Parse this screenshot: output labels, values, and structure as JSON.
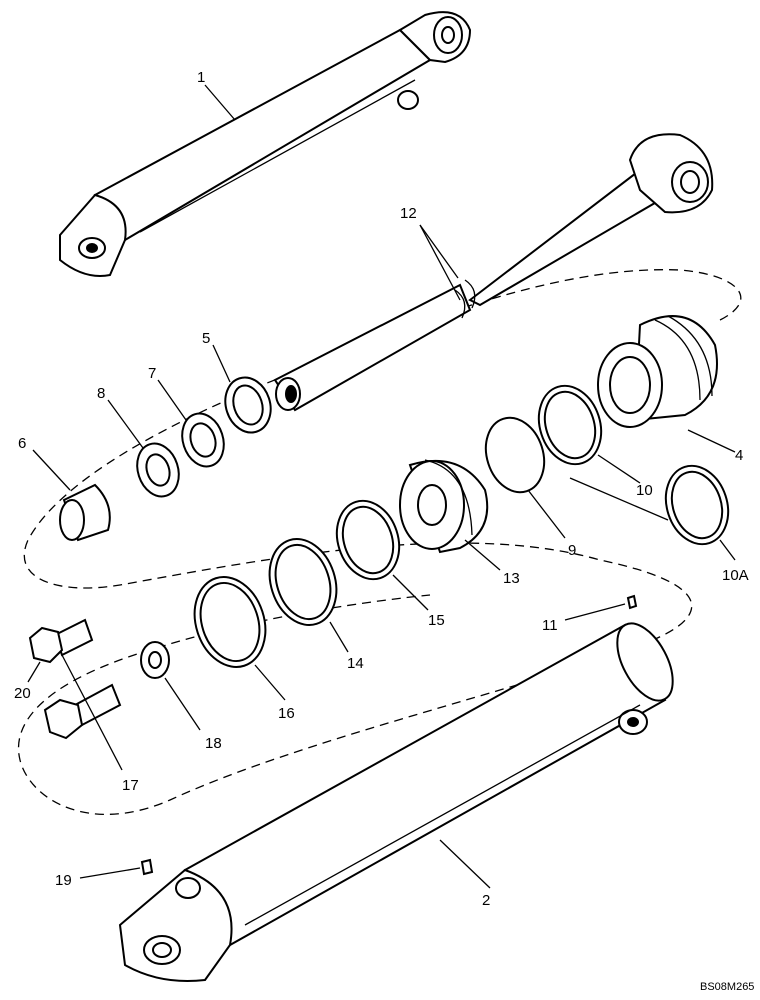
{
  "labels": {
    "p1": "1",
    "p2": "2",
    "p4": "4",
    "p5": "5",
    "p6": "6",
    "p7": "7",
    "p8": "8",
    "p9": "9",
    "p10": "10",
    "p10a": "10A",
    "p11": "11",
    "p12": "12",
    "p13": "13",
    "p14": "14",
    "p15": "15",
    "p16": "16",
    "p17": "17",
    "p18": "18",
    "p19": "19",
    "p20": "20"
  },
  "drawing_code": "BS08M265"
}
